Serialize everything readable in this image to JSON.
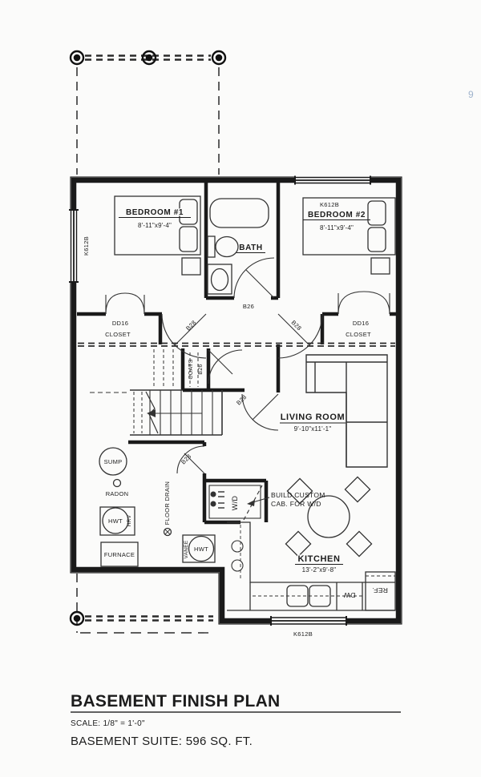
{
  "page": {
    "watermark": "9"
  },
  "title_block": {
    "title": "BASEMENT FINISH PLAN",
    "scale_label": "SCALE: 1/8\" = 1'-0\"",
    "suite_label": "BASEMENT SUITE: 596 SQ. FT."
  },
  "rooms": {
    "bedroom1": {
      "name": "BEDROOM #1",
      "dims": "8'-11\"x9'-4\""
    },
    "bedroom2": {
      "name": "BEDROOM #2",
      "dims": "8'-11\"x9'-4\""
    },
    "bath": {
      "name": "BATH"
    },
    "living_room": {
      "name": "LIVING ROOM",
      "dims": "9'-10\"x11'-1\""
    },
    "kitchen": {
      "name": "KITCHEN",
      "dims": "13'-2\"x9'-8\""
    },
    "closet_left": {
      "door_code": "DD16",
      "name": "CLOSET"
    },
    "closet_right": {
      "door_code": "DD16",
      "name": "CLOSET"
    },
    "coats_closet": {
      "name": "COATS",
      "door_code": "B26"
    }
  },
  "door_codes": {
    "bath": "B26",
    "bedroom1": "B28",
    "bedroom2": "B28",
    "hall": "B28",
    "mech": "B28"
  },
  "window_codes": {
    "bedroom1_left": "K612B",
    "bedroom2_top": "K612B",
    "kitchen_bottom": "K612B"
  },
  "equipment": {
    "sump": "SUMP",
    "radon": "RADON",
    "hwt1": "HWT",
    "hrv": "HRV",
    "furnace": "FURNACE",
    "floor_drain": "FLOOR DRAIN",
    "hwt2": "HWT",
    "vanee": "VANEE",
    "wd": "W/D",
    "dw": "DW",
    "ref": "REF."
  },
  "annotations": {
    "custom_cab_line1": "BUILD CUSTOM",
    "custom_cab_line2": "CAB. FOR W/D"
  }
}
